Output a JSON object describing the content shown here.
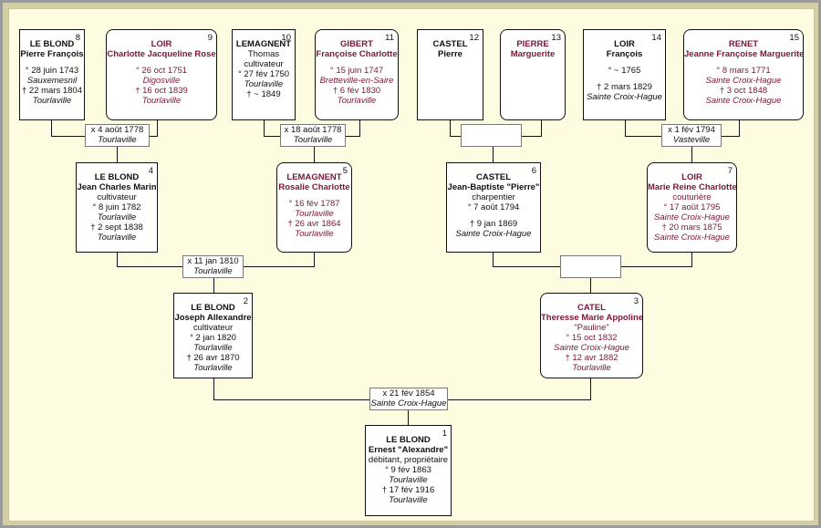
{
  "persons": {
    "p1": {
      "num": "1",
      "surname": "LE BLOND",
      "given": "Ernest \"Alexandre\"",
      "occupation": "débitant, propriétaire",
      "birth": "° 9 fév 1863",
      "birth_place": "Tourlaville",
      "death": "† 17 fév 1916",
      "death_place": "Tourlaville"
    },
    "p2": {
      "num": "2",
      "surname": "LE BLOND",
      "given": "Joseph Allexandre",
      "occupation": "cultivateur",
      "birth": "° 2 jan 1820",
      "birth_place": "Tourlaville",
      "death": "† 26 avr 1870",
      "death_place": "Tourlaville"
    },
    "p3": {
      "num": "3",
      "surname": "CATEL",
      "given": "Theresse Marie Appoline",
      "nickname": "\"Pauline\"",
      "birth": "° 15 oct 1832",
      "birth_place": "Sainte Croix-Hague",
      "death": "† 12 avr 1882",
      "death_place": "Tourlaville"
    },
    "p4": {
      "num": "4",
      "surname": "LE BLOND",
      "given": "Jean Charles Marin",
      "occupation": "cultivateur",
      "birth": "° 8 juin 1782",
      "birth_place": "Tourlaville",
      "death": "† 2 sept 1838",
      "death_place": "Tourlaville"
    },
    "p5": {
      "num": "5",
      "surname": "LEMAGNENT",
      "given": "Rosalie Charlotte",
      "birth": "° 16 fév 1787",
      "birth_place": "Tourlaville",
      "death": "† 26 avr 1864",
      "death_place": "Tourlaville"
    },
    "p6": {
      "num": "6",
      "surname": "CASTEL",
      "given": "Jean-Baptiste \"Pierre\"",
      "occupation": "charpentier",
      "birth": "° 7 août 1794",
      "death": "† 9 jan 1869",
      "death_place": "Sainte Croix-Hague"
    },
    "p7": {
      "num": "7",
      "surname": "LOIR",
      "given": "Marie Reine Charlotte",
      "occupation": "couturière",
      "birth": "° 17 août 1795",
      "birth_place": "Sainte Croix-Hague",
      "death": "† 20 mars 1875",
      "death_place": "Sainte Croix-Hague"
    },
    "p8": {
      "num": "8",
      "surname": "LE BLOND",
      "given": "Pierre François",
      "birth": "° 28 juin 1743",
      "birth_place": "Sauxemesnil",
      "death": "† 22 mars 1804",
      "death_place": "Tourlaville"
    },
    "p9": {
      "num": "9",
      "surname": "LOIR",
      "given": "Charlotte Jacqueline Rose",
      "birth": "° 26 oct 1751",
      "birth_place": "Digosville",
      "death": "† 16 oct 1839",
      "death_place": "Tourlaville"
    },
    "p10": {
      "num": "10",
      "surname": "LEMAGNENT",
      "given": "Thomas",
      "occupation": "cultivateur",
      "birth": "° 27 fév 1750",
      "birth_place": "Tourlaville",
      "death": "† ~ 1849"
    },
    "p11": {
      "num": "11",
      "surname": "GIBERT",
      "given": "Françoise Charlotte",
      "birth": "° 15 juin 1747",
      "birth_place": "Bretteville-en-Saire",
      "death": "† 6 fév 1830",
      "death_place": "Tourlaville"
    },
    "p12": {
      "num": "12",
      "surname": "CASTEL",
      "given": "Pierre"
    },
    "p13": {
      "num": "13",
      "surname": "PIERRE",
      "given": "Marguerite"
    },
    "p14": {
      "num": "14",
      "surname": "LOIR",
      "given": "François",
      "birth": "° ~ 1765",
      "death": "† 2 mars 1829",
      "death_place": "Sainte Croix-Hague"
    },
    "p15": {
      "num": "15",
      "surname": "RENET",
      "given": "Jeanne Françoise Marguerite",
      "birth": "° 8 mars 1771",
      "birth_place": "Sainte Croix-Hague",
      "death": "† 3 oct 1848",
      "death_place": "Sainte Croix-Hague"
    }
  },
  "marriages": {
    "m1": {
      "date": "x 21 fév 1854",
      "place": "Sainte Croix-Hague"
    },
    "m2": {
      "date": "x 11 jan 1810",
      "place": "Tourlaville"
    },
    "m3": {
      "date": "",
      "place": ""
    },
    "m4": {
      "date": "x 4 août 1778",
      "place": "Tourlaville"
    },
    "m5": {
      "date": "x 18 août 1778",
      "place": "Tourlaville"
    },
    "m6": {
      "date": "",
      "place": ""
    },
    "m7": {
      "date": "x 1 fév 1794",
      "place": "Vasteville"
    }
  },
  "colors": {
    "male": "#111111",
    "female": "#7a1737",
    "background": "#fefce0",
    "frame": "#d4cfa3"
  }
}
